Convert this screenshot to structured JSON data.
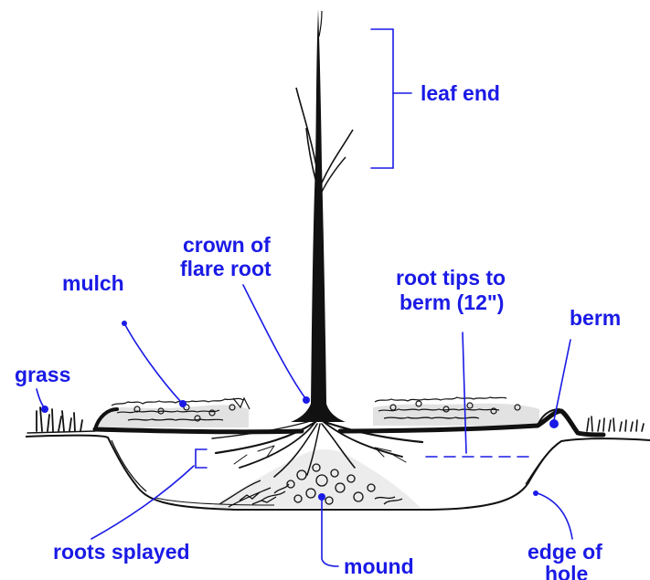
{
  "diagram": {
    "label_color": "#1a1ae6",
    "ink_color": "#111111",
    "labels": {
      "leaf_end": "leaf end",
      "crown_line1": "crown of",
      "crown_line2": "flare root",
      "mulch": "mulch",
      "root_tips_line1": "root tips to",
      "root_tips_line2": "berm (12\")",
      "berm": "berm",
      "grass": "grass",
      "roots_splayed": "roots splayed",
      "mound": "mound",
      "edge_line1": "edge of",
      "edge_line2": "hole"
    }
  }
}
